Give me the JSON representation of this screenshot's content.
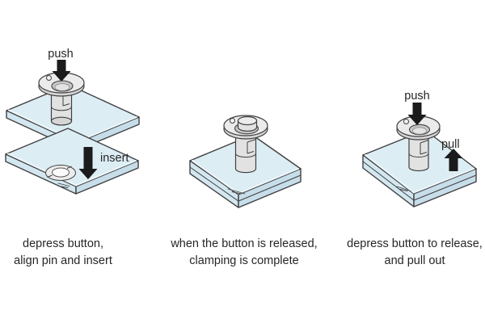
{
  "colors": {
    "background": "#ffffff",
    "plate-top": "#dcedf4",
    "plate-left": "#d3e7f0",
    "plate-right": "#c7deea",
    "plate-highlight": "#eef8fb",
    "metal": "#e2e2e2",
    "metal-light": "#ebebeb",
    "metal-mid": "#d6d6d6",
    "metal-dark": "#c6c6c6",
    "outline": "#414042",
    "arrow": "#1b1b1b",
    "text": "#262626"
  },
  "figures": [
    {
      "push_label": "push",
      "insert_label": "insert",
      "caption": [
        "depress button,",
        "align pin and insert"
      ]
    },
    {
      "caption": [
        "when the button is released,",
        "clamping is complete"
      ]
    },
    {
      "push_label": "push",
      "pull_label": "pull",
      "caption": [
        "depress button to release,",
        "and pull out"
      ]
    }
  ]
}
